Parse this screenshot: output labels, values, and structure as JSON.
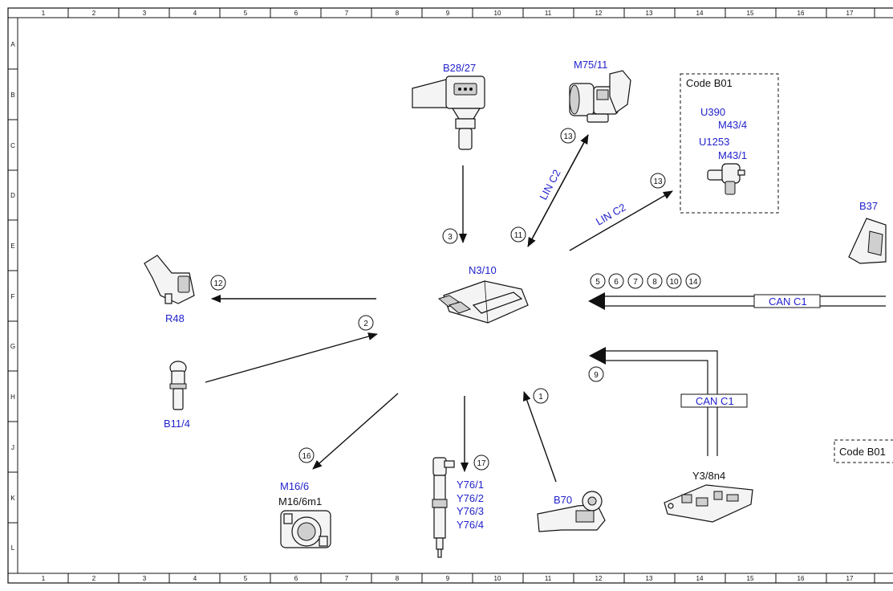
{
  "grid": {
    "columns": [
      "1",
      "2",
      "3",
      "4",
      "5",
      "6",
      "7",
      "8",
      "9",
      "10",
      "11",
      "12",
      "13",
      "14",
      "15",
      "16",
      "17"
    ],
    "rows": [
      "A",
      "B",
      "C",
      "D",
      "E",
      "F",
      "G",
      "H",
      "J",
      "K",
      "L"
    ]
  },
  "components": {
    "center": "N3/10",
    "b28": "B28/27",
    "m75": "M75/11",
    "r48": "R48",
    "b11": "B11/4",
    "m16_a": "M16/6",
    "m16_b": "M16/6m1",
    "y76": [
      "Y76/1",
      "Y76/2",
      "Y76/3",
      "Y76/4"
    ],
    "b70": "B70",
    "y3": "Y3/8n4",
    "b37": "B37"
  },
  "code_box_1": {
    "title": "Code B01",
    "items": [
      "U390",
      "M43/4",
      "U1253",
      "M43/1"
    ]
  },
  "code_box_2": {
    "title": "Code B01"
  },
  "bus_labels": {
    "lin_1": "LIN C2",
    "lin_2": "LIN C2",
    "can_1": "CAN C1",
    "can_2": "CAN C1"
  },
  "callouts": {
    "c3": "3",
    "c11": "11",
    "c13a": "13",
    "c13b": "13",
    "c12": "12",
    "c2": "2",
    "c16": "16",
    "c17": "17",
    "c1": "1",
    "c9": "9",
    "can_row": [
      "5",
      "6",
      "7",
      "8",
      "10",
      "14"
    ]
  }
}
